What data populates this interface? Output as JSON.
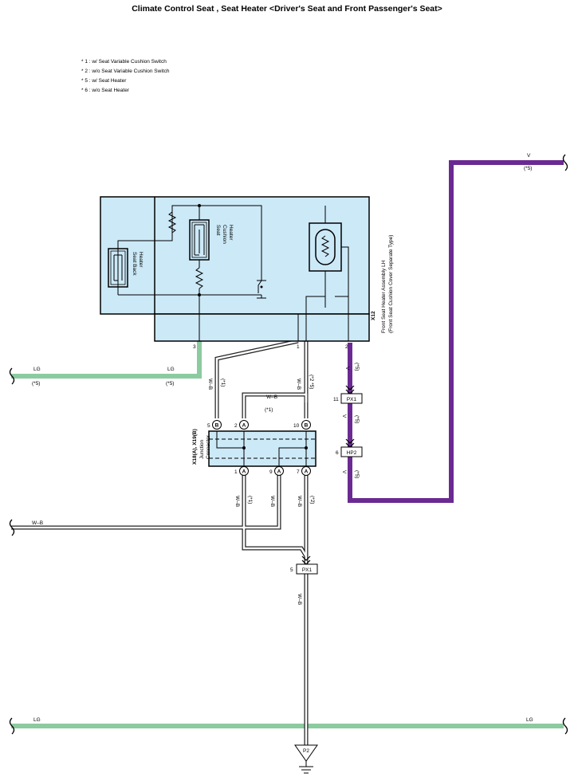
{
  "title": "Climate Control Seat , Seat Heater <Driver's Seat and Front Passenger's Seat>",
  "notes": [
    "* 1 : w/ Seat Variable Cushion Switch",
    "* 2 : w/o Seat Variable Cushion Switch",
    "* 5 : w/ Seat Heater",
    "* 6 : w/o Seat Heater"
  ],
  "colors": {
    "LG": "#8ccaa0",
    "V": "#6a2a92",
    "WB_outline": "#222222",
    "component_fill": "#cce9f7"
  },
  "assembly": {
    "code": "X12",
    "name": "Front Seat Heater Assembly LH",
    "subname": "(Front Seat Cushion Cover Separate Type)",
    "seat_back_heater": [
      "Seat Back",
      "Heater"
    ],
    "seat_cushion_heater": [
      "Seat",
      "Cushion",
      "Heater"
    ],
    "pin_3": "3",
    "pin_1": "1",
    "pin_2": "2"
  },
  "junction": {
    "code": "X18(A), X19(B)",
    "name": "Junction",
    "name2": "Connector",
    "pins_top": [
      {
        "num": "5",
        "conn": "B"
      },
      {
        "num": "2",
        "conn": "A"
      },
      {
        "num": "10",
        "conn": "B"
      }
    ],
    "pins_bottom": [
      {
        "num": "1",
        "conn": "A"
      },
      {
        "num": "9",
        "conn": "A"
      },
      {
        "num": "7",
        "conn": "A"
      }
    ]
  },
  "connectors": {
    "px1_upper": {
      "pin": "11",
      "label": "PX1"
    },
    "hp2": {
      "pin": "6",
      "label": "HP2"
    },
    "px1_lower": {
      "pin": "5",
      "label": "PX1"
    },
    "ground": "P2"
  },
  "wires": {
    "lg": "LG",
    "v": "V",
    "wb": "W–B",
    "note_1": "(*1)",
    "note_2": "(*2)",
    "note_5": "(*5)",
    "note_2_5": "(*2 *5)"
  }
}
